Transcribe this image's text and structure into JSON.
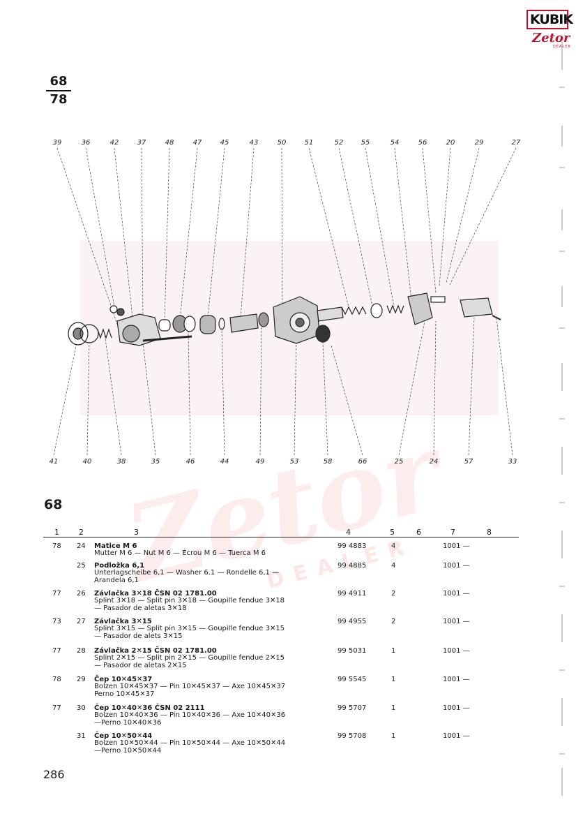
{
  "logo": {
    "top_text": "KUBIK",
    "bottom_text": "Zetor",
    "tag": "DEALER"
  },
  "page_ref": {
    "numerator": "68",
    "denominator": "78"
  },
  "diagram": {
    "callouts_top": [
      "39",
      "36",
      "42",
      "37",
      "48",
      "47",
      "45",
      "43",
      "50",
      "51",
      "52",
      "55",
      "54",
      "56",
      "20",
      "29",
      "27"
    ],
    "callouts_bottom": [
      "41",
      "40",
      "38",
      "35",
      "46",
      "44",
      "49",
      "53",
      "58",
      "66",
      "25",
      "24",
      "57",
      "33"
    ]
  },
  "watermark": {
    "brand": "Zetor",
    "subtitle": "DEALER"
  },
  "section_title": "68",
  "table": {
    "columns": [
      "1",
      "2",
      "3",
      "4",
      "5",
      "6",
      "7",
      "8"
    ],
    "rows": [
      {
        "c1": "78",
        "pos": "24",
        "desc": [
          "Matice M 6",
          "Mutter M 6 — Nut M 6 — Écrou M 6 — Tuerca M 6"
        ],
        "part": "99 4883",
        "qty": "4",
        "c7": "1001 —"
      },
      {
        "c1": "",
        "pos": "25",
        "desc": [
          "Podložka 6,1",
          "Unterlagscheibe 6,1 — Washer 6.1 — Rondelle 6,1 —",
          "Arandela 6,1"
        ],
        "part": "99 4885",
        "qty": "4",
        "c7": "1001 —"
      },
      {
        "c1": "77",
        "pos": "26",
        "desc": [
          "Závlačka 3✕18 ČSN 02 1781.00",
          "Splint 3✕18 — Split pin 3✕18 — Goupille fendue 3✕18",
          "— Pasador de aletas 3✕18"
        ],
        "part": "99 4911",
        "qty": "2",
        "c7": "1001 —"
      },
      {
        "c1": "73",
        "pos": "27",
        "desc": [
          "Závlačka 3✕15",
          "Splint 3✕15 — Split pin 3✕15 — Goupille fendue 3✕15",
          "— Pasador de alets 3✕15"
        ],
        "part": "99 4955",
        "qty": "2",
        "c7": "1001 —"
      },
      {
        "c1": "77",
        "pos": "28",
        "desc": [
          "Závlačka 2✕15 ČSN 02 1781.00",
          "Splint 2✕15 — Split pin 2✕15 — Goupille fendue 2✕15",
          "— Pasador de aletas 2✕15"
        ],
        "part": "99 5031",
        "qty": "1",
        "c7": "1001 —"
      },
      {
        "c1": "78",
        "pos": "29",
        "desc": [
          "Čep 10✕45✕37",
          "Bolzen 10✕45✕37 — Pin 10✕45✕37 — Axe 10✕45✕37",
          "Perno 10✕45✕37"
        ],
        "part": "99 5545",
        "qty": "1",
        "c7": "1001 —"
      },
      {
        "c1": "77",
        "pos": "30",
        "desc": [
          "Čep 10✕40✕36 ČSN 02 2111",
          "Bolzen 10✕40✕36 — Pin 10✕40✕36 — Axe 10✕40✕36",
          "—Perno 10✕40✕36"
        ],
        "part": "99 5707",
        "qty": "1",
        "c7": "1001 —"
      },
      {
        "c1": "",
        "pos": "31",
        "desc": [
          "Čep 10✕50✕44",
          "Bolzen 10✕50✕44 — Pin 10✕50✕44 — Axe 10✕50✕44",
          "—Perno 10✕50✕44"
        ],
        "part": "99 5708",
        "qty": "1",
        "c7": "1001 —"
      }
    ]
  },
  "page_number": "286"
}
